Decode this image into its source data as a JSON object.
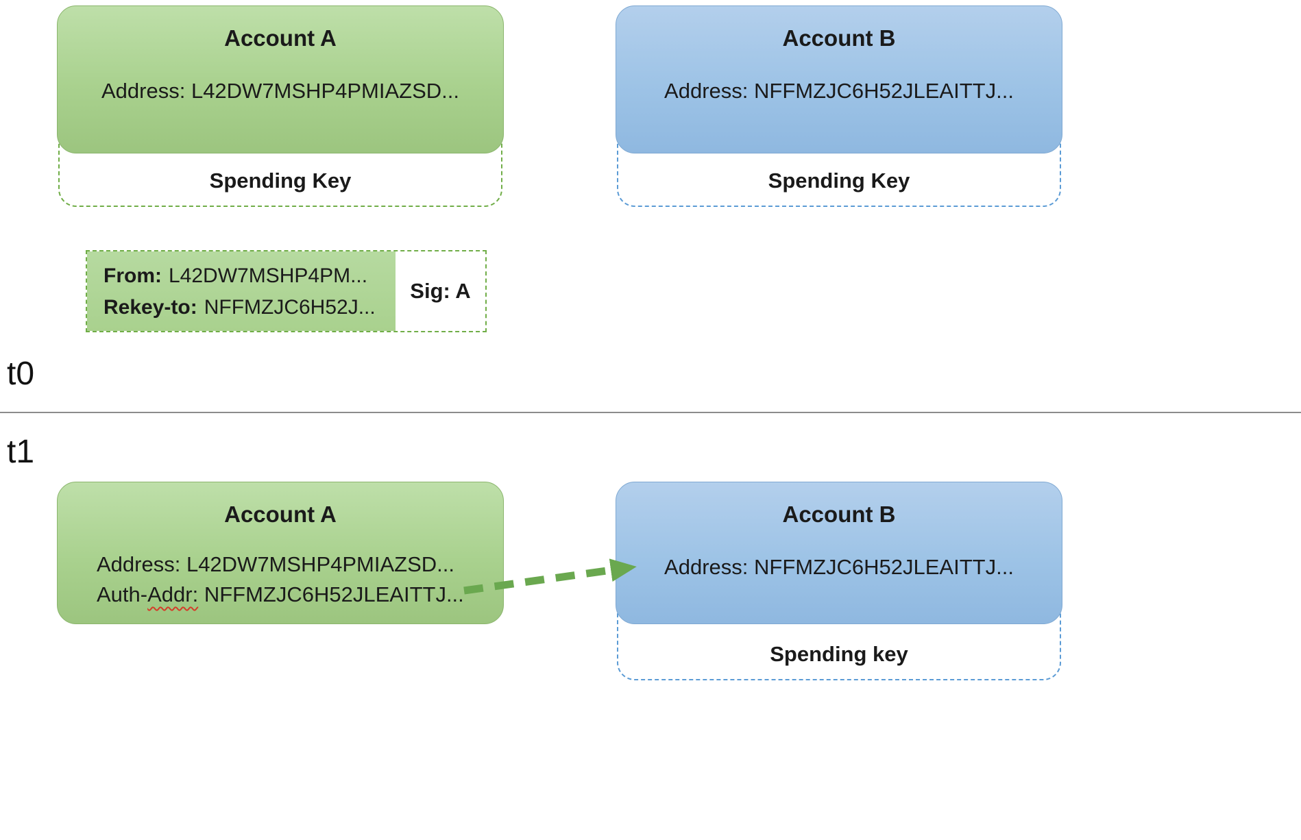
{
  "colors": {
    "green_fill": "#a9d18e",
    "green_border": "#70ad47",
    "blue_fill": "#9dc3e6",
    "blue_border": "#5b9bd5",
    "arrow": "#6aa84f",
    "divider": "#8c8c8c"
  },
  "t0": {
    "label": "t0",
    "account_a": {
      "title": "Account A",
      "address": "Address: L42DW7MSHP4PMIAZSD...",
      "key_label": "Spending Key"
    },
    "account_b": {
      "title": "Account B",
      "address": "Address: NFFMZJC6H52JLEAITTJ...",
      "key_label": "Spending Key"
    },
    "transaction": {
      "from_label": "From:",
      "from_value": "L42DW7MSHP4PM...",
      "rekey_label": "Rekey-to:",
      "rekey_value": "NFFMZJC6H52J...",
      "sig_label": "Sig: A"
    }
  },
  "t1": {
    "label": "t1",
    "account_a": {
      "title": "Account A",
      "address": "Address: L42DW7MSHP4PMIAZSD...",
      "auth_prefix": "Auth-",
      "auth_word": "Addr:",
      "auth_value": "NFFMZJC6H52JLEAITTJ..."
    },
    "account_b": {
      "title": "Account B",
      "address": "Address: NFFMZJC6H52JLEAITTJ...",
      "key_label": "Spending key"
    }
  }
}
